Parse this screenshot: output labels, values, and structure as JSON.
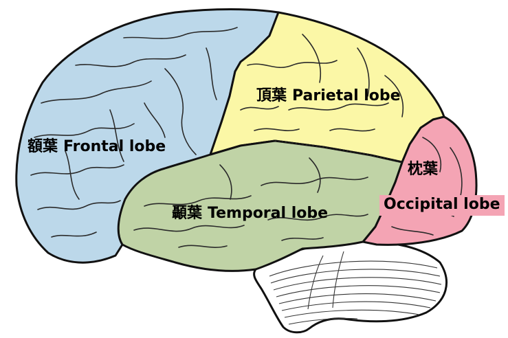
{
  "colors": {
    "frontal": "#bcd8ea",
    "parietal": "#fbf7a6",
    "temporal": "#c0d3a6",
    "occipital": "#f4a4b4",
    "cerebellum": "#ffffff",
    "outline": "#111111"
  },
  "labels": {
    "frontal": {
      "cjk": "額葉",
      "en": "Frontal lobe"
    },
    "parietal": {
      "cjk": "頂葉",
      "en": "Parietal lobe"
    },
    "temporal": {
      "cjk": "顳葉",
      "en": "Temporal lobe"
    },
    "occipital": {
      "cjk": "枕葉",
      "en": "Occipital lobe"
    }
  }
}
